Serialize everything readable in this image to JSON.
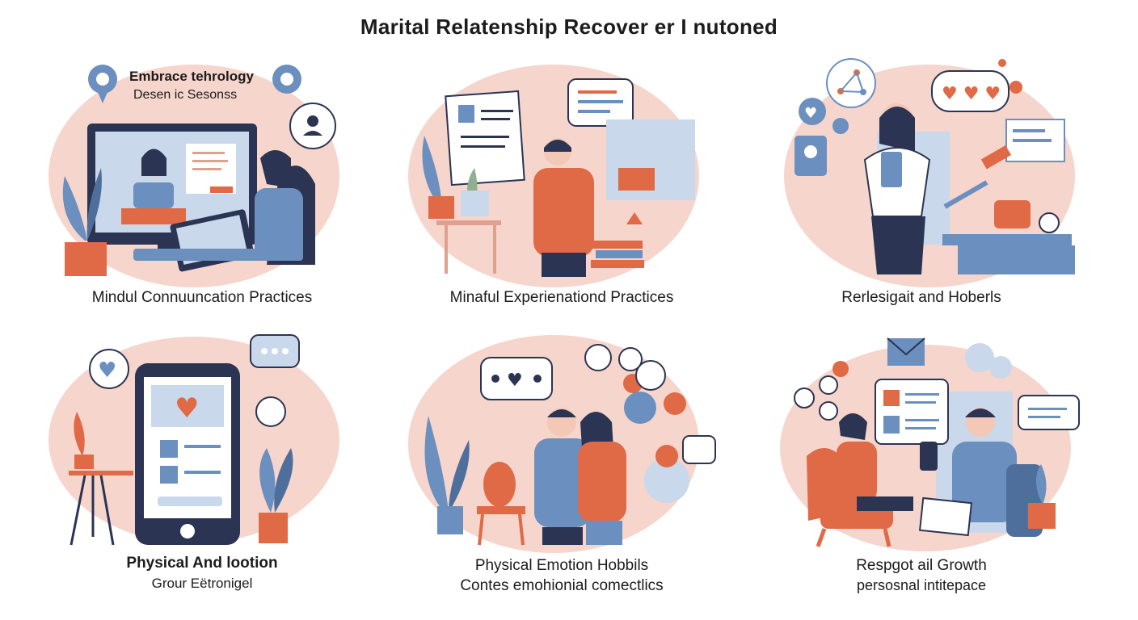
{
  "title": "Marital Relatenship Recover er I nutoned",
  "colors": {
    "blush": "#f6d5cc",
    "accent": "#e06a45",
    "blue": "#6b8fbf",
    "navy": "#2b3452",
    "light_blue": "#c9d8ea"
  },
  "panels": [
    {
      "label_line1": "Embrace tehrology",
      "label_line2": "Desen ic Sesonss",
      "caption": "Mindul Connuuncation Practices",
      "icons": [
        "location-pin-icon",
        "person-chat-icon",
        "plant-icon",
        "monitor-icon",
        "laptop-icon"
      ]
    },
    {
      "caption": "Minaful Experienationd Practices",
      "icons": [
        "document-icon",
        "chat-bubble-icon",
        "plant-icon",
        "books-icon"
      ]
    },
    {
      "caption": "Rerlesigait and Hoberls",
      "icons": [
        "heart-bubble-icon",
        "network-icon",
        "tablet-icon",
        "tools-icon",
        "clock-icon"
      ]
    },
    {
      "caption_line1": "Physical And lootion",
      "caption_line2": "Grour Eëtronigel",
      "icons": [
        "smartphone-icon",
        "heart-icon",
        "chat-dots-icon",
        "plant-icon"
      ]
    },
    {
      "caption_line1": "Physical Emotion Hobbils",
      "caption_line2": "Contes emohionial comectlics",
      "icons": [
        "heart-network-icon",
        "plant-icon",
        "couple-icon"
      ]
    },
    {
      "caption_line1": "Respgot ail Growth",
      "caption_line2": "persosnal intitepace",
      "icons": [
        "envelope-icon",
        "chat-bubble-icon",
        "armchair-icon",
        "plant-icon"
      ]
    }
  ]
}
